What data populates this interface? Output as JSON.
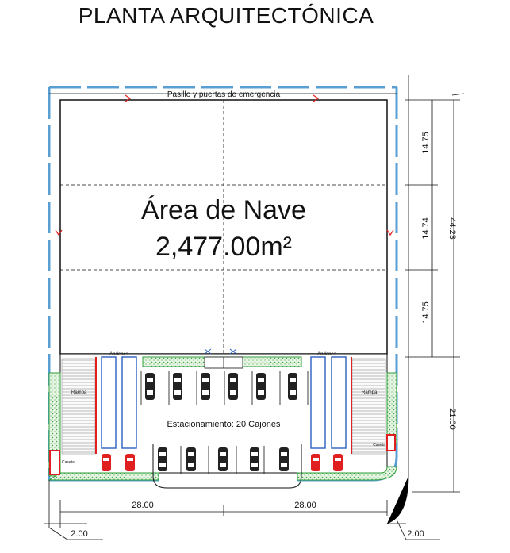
{
  "title": "PLANTA ARQUITECTÓNICA",
  "corridor_label": "Pasillo y puertas de emergencia",
  "area_label": "Área de Nave",
  "area_value": "2,477.00m²",
  "parking_label": "Estacionamiento: 20 Cajones",
  "andenes_left": "Andenes",
  "andenes_right": "Andenes",
  "rampa_left": "Rampa",
  "rampa_right": "Rampa",
  "caseta_left": "Caseta",
  "caseta_right": "Caseta",
  "dimensions": {
    "seg1": "14.75",
    "seg2": "14.74",
    "seg3": "14.75",
    "total_height": "44.23",
    "front": "21.00",
    "width_left": "28.00",
    "width_right": "28.00",
    "offset_left": "2.00",
    "offset_right": "2.00"
  },
  "colors": {
    "wall": "#5a9fd4",
    "green": "#2e9e3a",
    "red": "#e02020",
    "parking_lines": "#2a5fc0",
    "line": "#111111"
  }
}
